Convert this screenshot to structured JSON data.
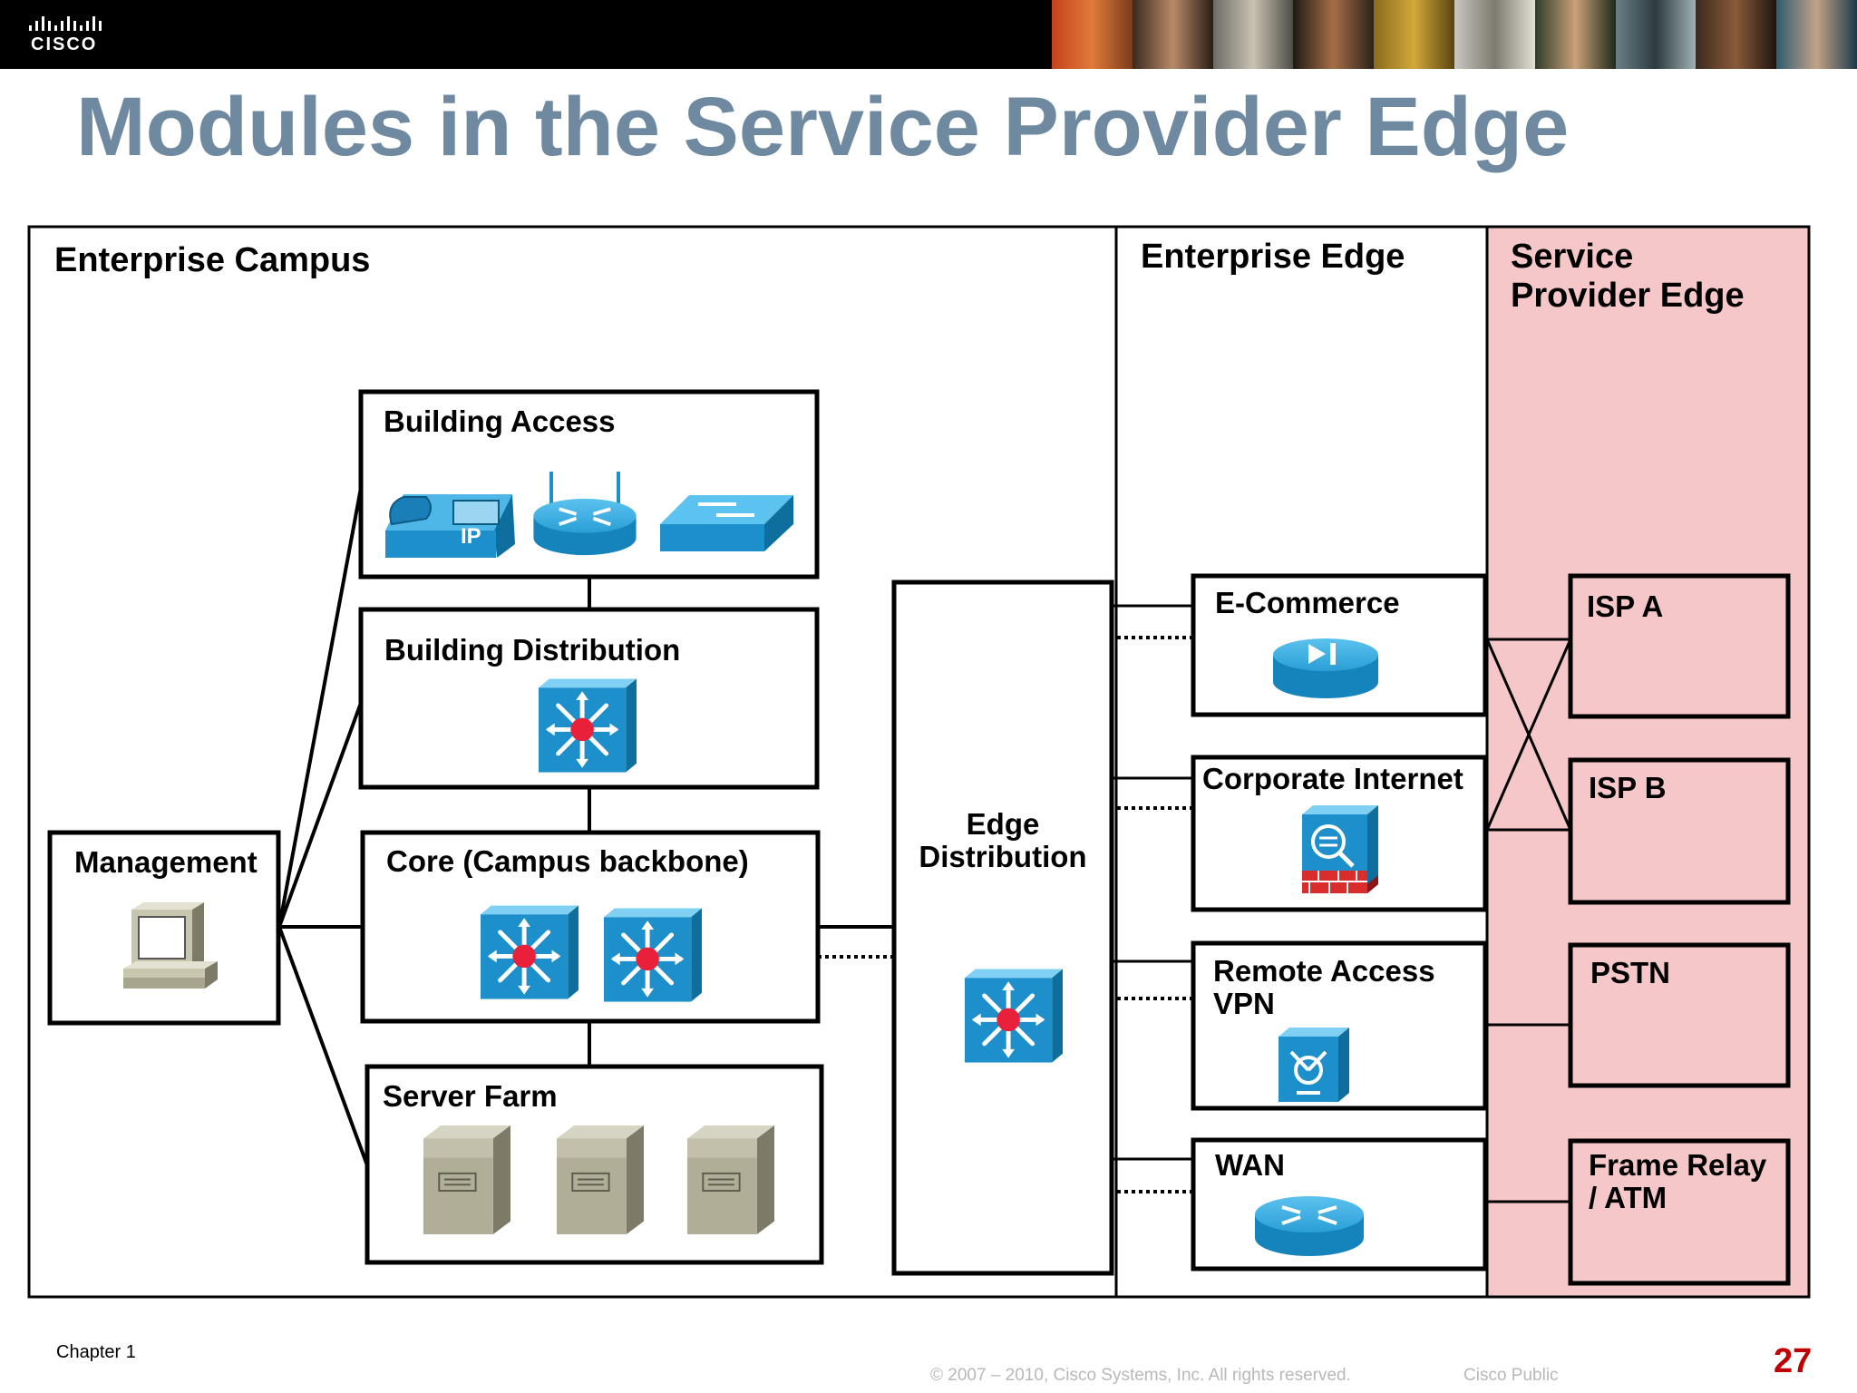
{
  "header": {
    "logo_text": "CISCO"
  },
  "slide": {
    "title": "Modules in the Service Provider Edge"
  },
  "regions": {
    "enterprise_campus": "Enterprise Campus",
    "enterprise_edge": "Enterprise Edge",
    "service_provider_edge": [
      "Service",
      "Provider Edge"
    ]
  },
  "campus_modules": {
    "building_access": "Building Access",
    "building_distribution": "Building Distribution",
    "core": "Core (Campus backbone)",
    "server_farm": "Server Farm",
    "management": "Management"
  },
  "edge_distribution": [
    "Edge",
    "Distribution"
  ],
  "edge_modules": {
    "ecommerce": "E-Commerce",
    "corporate_internet": "Corporate Internet",
    "remote_access": [
      "Remote Access",
      "VPN"
    ],
    "wan": "WAN"
  },
  "sp_modules": {
    "isp_a": "ISP A",
    "isp_b": "ISP B",
    "pstn": "PSTN",
    "frame_relay": [
      "Frame Relay",
      "/  ATM"
    ]
  },
  "icons": {
    "ip_phone": "ip-phone-icon",
    "wireless_router": "wireless-router-icon",
    "switch": "workgroup-switch-icon",
    "multilayer_switch": "multilayer-switch-icon",
    "pc": "pc-icon",
    "server": "server-icon",
    "content_engine": "content-engine-icon",
    "firewall": "firewall-icon",
    "vpn_concentrator": "vpn-concentrator-icon",
    "router": "router-icon"
  },
  "colors": {
    "title": "#6f8aa0",
    "sp_fill": "#f6c7c9",
    "device_blue": "#1d8fca",
    "page_number": "#c00000"
  },
  "footer": {
    "chapter": "Chapter 1",
    "copyright": "© 2007 – 2010, Cisco Systems, Inc. All rights reserved.",
    "classification": "Cisco Public",
    "page_number": "27"
  }
}
